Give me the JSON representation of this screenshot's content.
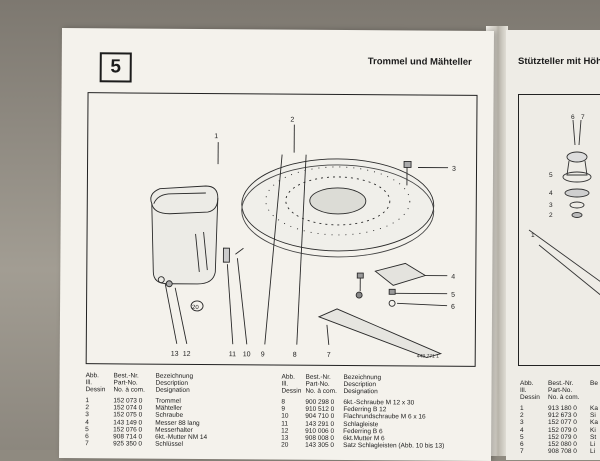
{
  "left_page": {
    "page_number": "5",
    "title": "Trommel und Mähteller",
    "illustration": {
      "callouts": [
        "1",
        "2",
        "3",
        "4",
        "5",
        "6",
        "7",
        "8",
        "9",
        "10",
        "11",
        "12",
        "13",
        "20"
      ],
      "figure_code": "443 771 1"
    },
    "table": {
      "header": {
        "abb": [
          "Abb.",
          "Ill.",
          "Dessin"
        ],
        "best_nr": [
          "Best.-Nr.",
          "Part-No.",
          "No. à com."
        ],
        "bezeichnung": [
          "Bezeichnung",
          "Description",
          "Designation"
        ]
      },
      "rows_left": [
        {
          "abb": "1",
          "nr": "152 073 0",
          "bez": "Trommel"
        },
        {
          "abb": "2",
          "nr": "152 074 0",
          "bez": "Mähteller"
        },
        {
          "abb": "3",
          "nr": "152 075 0",
          "bez": "Schraube"
        },
        {
          "abb": "4",
          "nr": "143 149 0",
          "bez": "Messer 88 lang"
        },
        {
          "abb": "5",
          "nr": "152 076 0",
          "bez": "Messerhalter"
        },
        {
          "abb": "6",
          "nr": "908 714 0",
          "bez": "6kt.-Mutter NM 14"
        },
        {
          "abb": "7",
          "nr": "925 350 0",
          "bez": "Schlüssel"
        }
      ],
      "rows_right": [
        {
          "abb": "8",
          "nr": "900 298 0",
          "bez": "6kt.-Schraube M 12 x 30"
        },
        {
          "abb": "9",
          "nr": "910 512 0",
          "bez": "Federring B 12"
        },
        {
          "abb": "10",
          "nr": "904 710 0",
          "bez": "Flachrundschraube M 6 x 16"
        },
        {
          "abb": "11",
          "nr": "143 291 0",
          "bez": "Schlagleiste"
        },
        {
          "abb": "12",
          "nr": "910 006 0",
          "bez": "Federring B 6"
        },
        {
          "abb": "13",
          "nr": "908 008 0",
          "bez": "6kt.Mutter M 6"
        },
        {
          "abb": "20",
          "nr": "143 305 0",
          "bez": "Satz Schlagleisten (Abb. 10 bis 13)"
        }
      ]
    }
  },
  "right_page": {
    "title": "Stützteller mit Höhe",
    "callouts": [
      "6",
      "7",
      "5",
      "4",
      "3",
      "2",
      "1"
    ],
    "table": {
      "header": {
        "abb": [
          "Abb.",
          "Ill.",
          "Dessin"
        ],
        "best_nr": [
          "Best.-Nr.",
          "Part-No.",
          "No. à com."
        ],
        "bezeichnung": [
          "Be"
        ]
      },
      "rows": [
        {
          "abb": "1",
          "nr": "913 180 0",
          "bez": "Ka"
        },
        {
          "abb": "2",
          "nr": "912 673 0",
          "bez": "Si"
        },
        {
          "abb": "3",
          "nr": "152 077 0",
          "bez": "Ka"
        },
        {
          "abb": "4",
          "nr": "152 079 0",
          "bez": "Ki"
        },
        {
          "abb": "5",
          "nr": "152 079 0",
          "bez": "St"
        },
        {
          "abb": "6",
          "nr": "152 080 0",
          "bez": "Li"
        },
        {
          "abb": "7",
          "nr": "908 708 0",
          "bez": "Li"
        }
      ]
    }
  }
}
